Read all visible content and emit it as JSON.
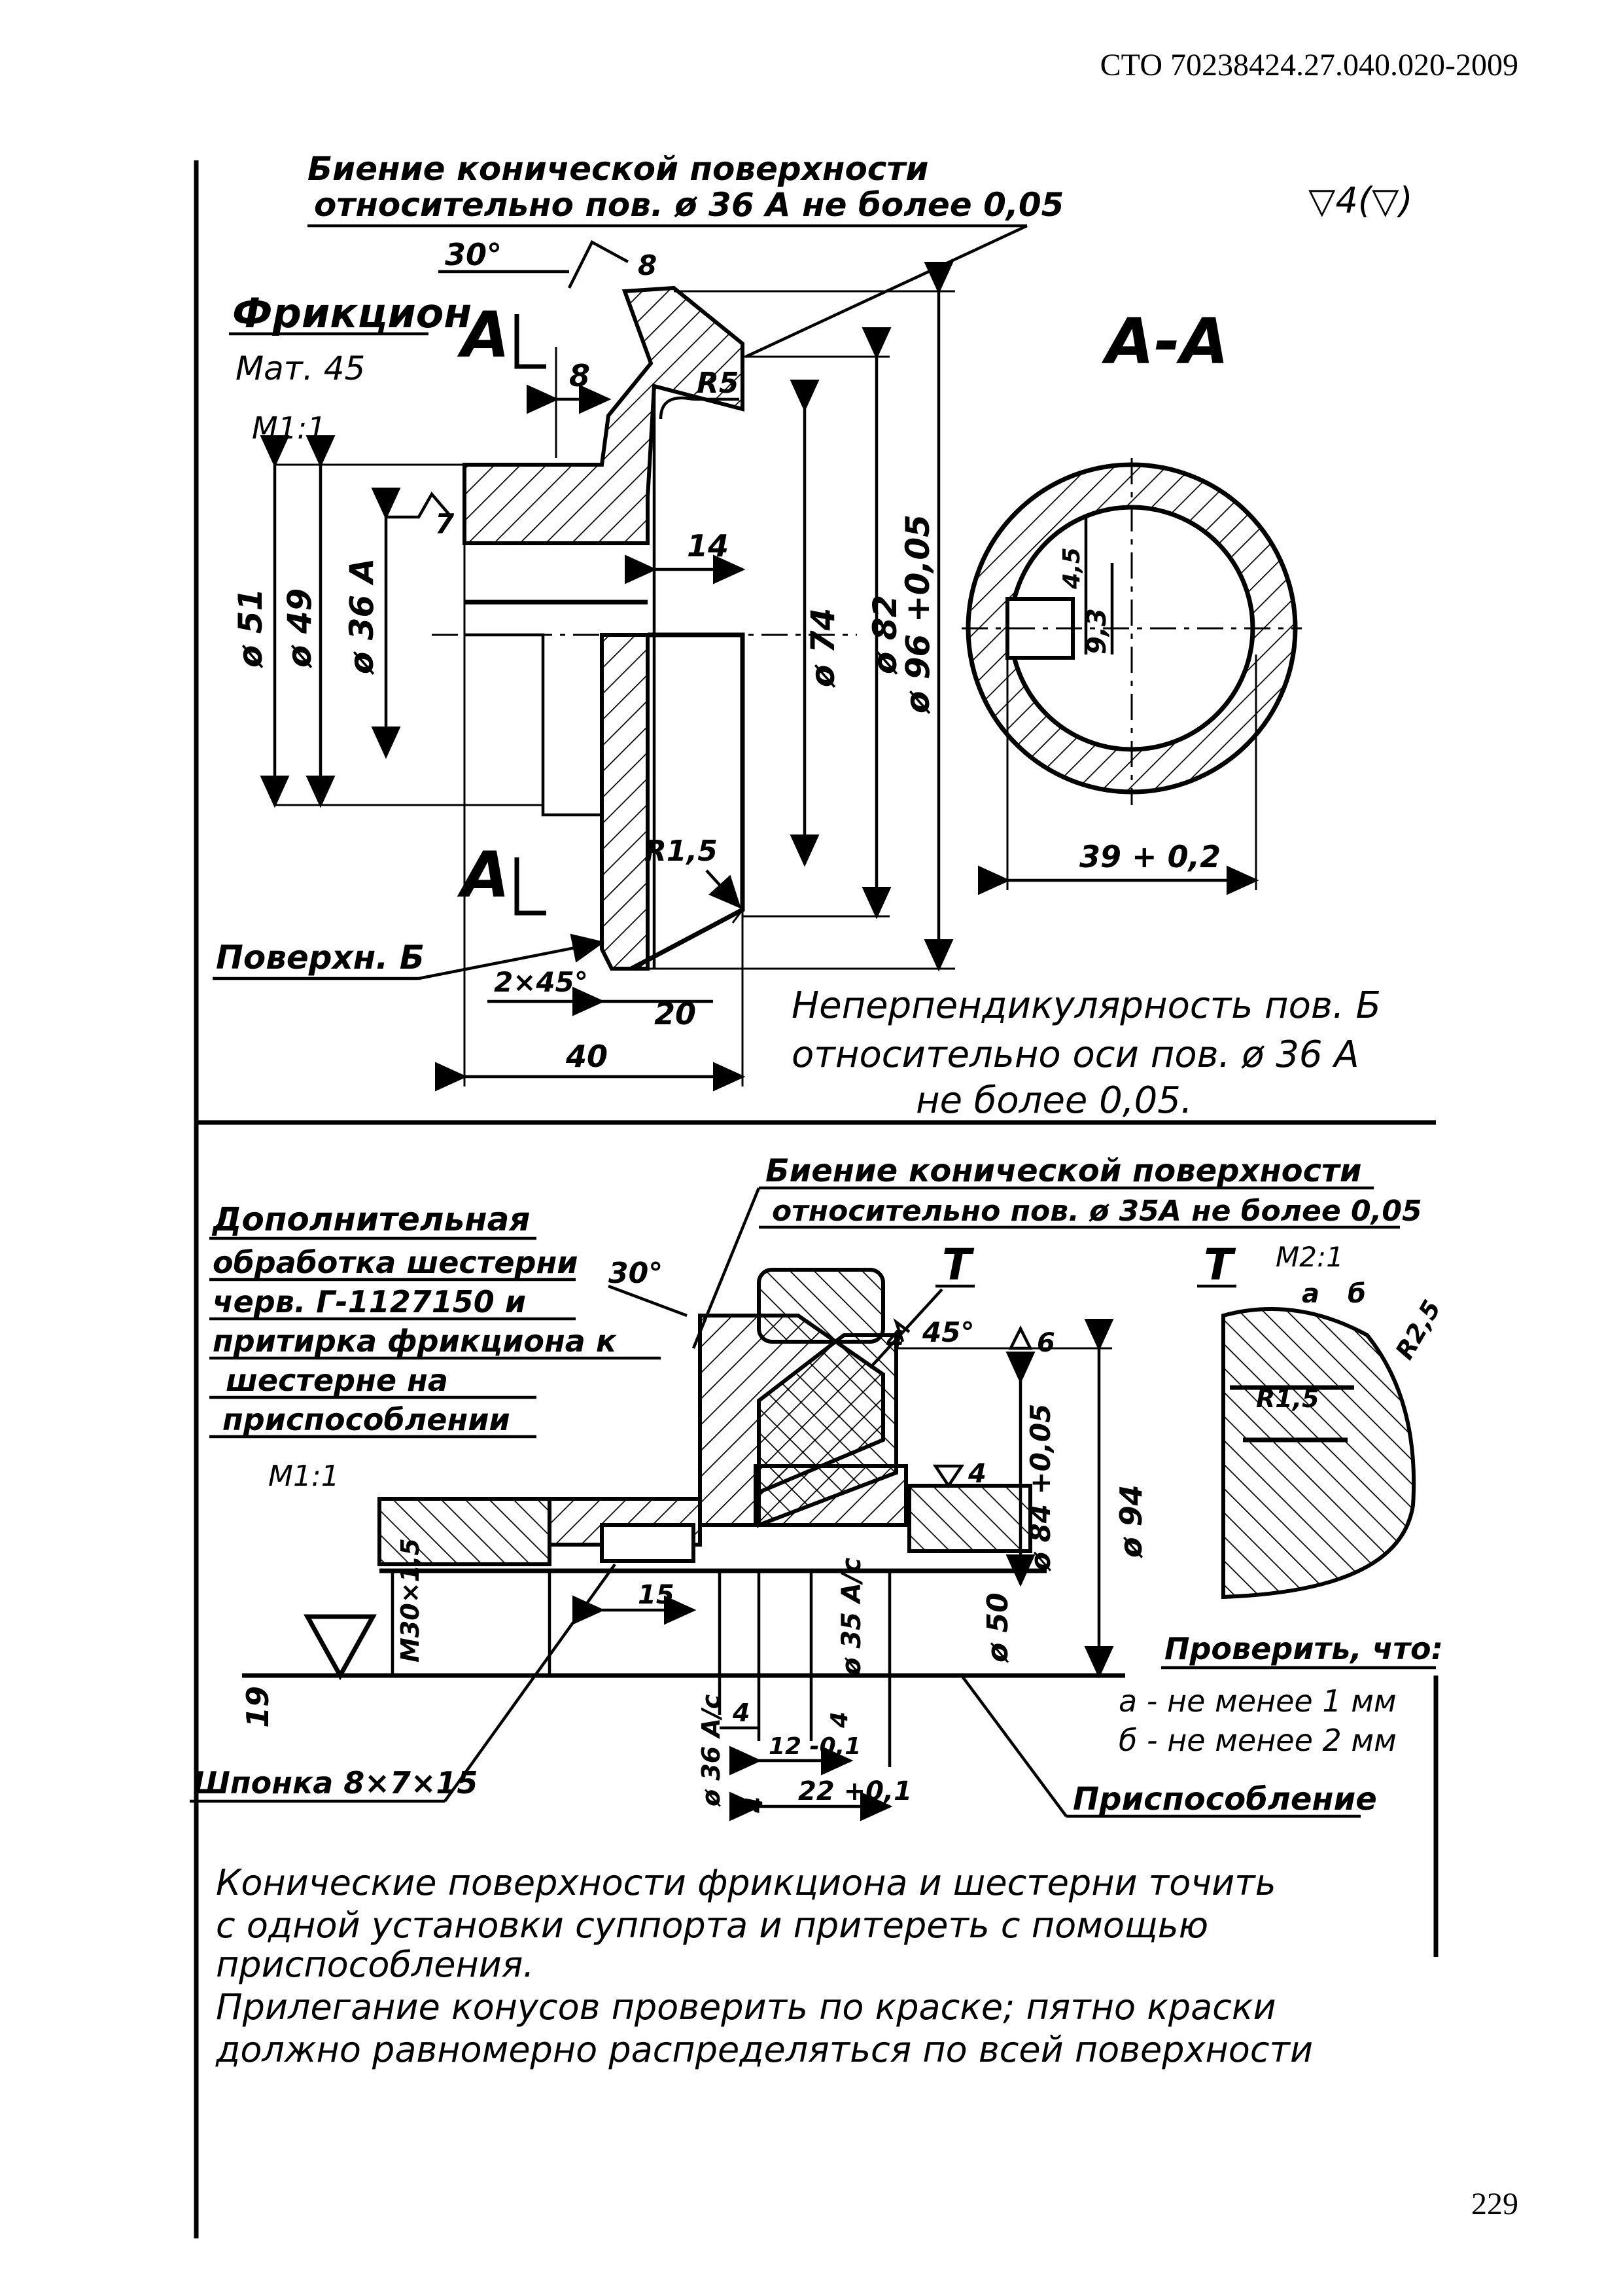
{
  "header": {
    "doc_code": "СТО 70238424.27.040.020-2009",
    "page_number": "229"
  },
  "upper": {
    "top_note": {
      "line1": "Биение конической поверхности",
      "line2": "относительно пов. ø 36 А не более 0,05"
    },
    "roughness_general": "▽4(▽)",
    "part_title": "Фрикцион",
    "material": "Мат. 45",
    "scale": "М1:1",
    "section_letter": "А",
    "section_title": "А-А",
    "angle": "30°",
    "roughness_top": "8",
    "roughness_bore": "7",
    "dims": {
      "d51": "ø 51",
      "d49": "ø 49",
      "d36a": "ø 36 А",
      "d74": "ø 74",
      "d82": "ø 82",
      "d96": "ø 96 +0,05",
      "w8": "8",
      "w14": "14",
      "r5": "R5",
      "r1_5": "R1,5",
      "chamfer": "2×45°",
      "w20": "20",
      "w40": "40",
      "key_w": "4,5",
      "key_h": "9,3",
      "key_dist": "39 + 0,2"
    },
    "surface_b": "Поверхн. Б",
    "perp_note": {
      "line1": "Неперпендикулярность пов. Б",
      "line2": "относительно оси пов. ø 36 А",
      "line3": "не более 0,05."
    }
  },
  "lower": {
    "left_note": [
      "Дополнительная",
      "обработка шестерни",
      "черв. Г-1127150 и",
      "притирка фрикциона к",
      "шестерне на",
      "приспособлении"
    ],
    "scale": "М1:1",
    "runout_note": {
      "line1": "Биение конической поверхности",
      "line2": "относительно пов. ø 35А не более 0,05"
    },
    "angle": "30°",
    "view_t1": "Т",
    "view_t2": "Т",
    "detail_scale": "М2:1",
    "detail_a": "а",
    "detail_b": "б",
    "detail_r25": "R2,5",
    "detail_r15": "R1,5",
    "angle_45": "45°",
    "rough_4a": "4",
    "rough_6": "6",
    "rough_4b": "4",
    "dims": {
      "d84": "ø 84 +0,05",
      "d94": "ø 94",
      "d50": "ø 50",
      "d35": "ø 35 А/с",
      "d36": "ø 36 А/с",
      "m30": "М30×1,5",
      "w15": "15",
      "h19": "19",
      "w4": "4",
      "w12": "12 -0,1",
      "w22": "22 +0,1",
      "r4": "4",
      "r4b": "4"
    },
    "check": {
      "title": "Проверить, что:",
      "line_a": "а - не менее 1 мм",
      "line_b": "б - не менее 2 мм"
    },
    "fixture": "Приспособление",
    "key": "Шпонка 8×7×15"
  },
  "bottom_text": [
    "Конические поверхности фрикциона и шестерни точить",
    "с одной установки суппорта и притереть с помощью",
    "приспособления.",
    "Прилегание конусов проверить по краске; пятно краски",
    "должно равномерно распределяться по всей поверхности"
  ]
}
